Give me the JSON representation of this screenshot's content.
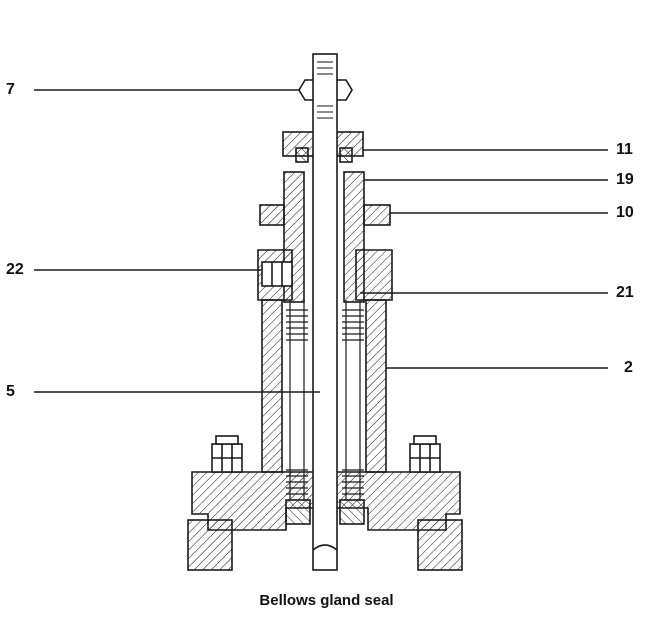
{
  "labels": {
    "l7": "7",
    "l11": "11",
    "l19": "19",
    "l10": "10",
    "l22": "22",
    "l21": "21",
    "l2": "2",
    "l5": "5"
  },
  "caption": "Bellows gland seal",
  "colors": {
    "line": "#1a1a1a",
    "fill": "#ffffff",
    "hatch": "#1a1a1a"
  }
}
